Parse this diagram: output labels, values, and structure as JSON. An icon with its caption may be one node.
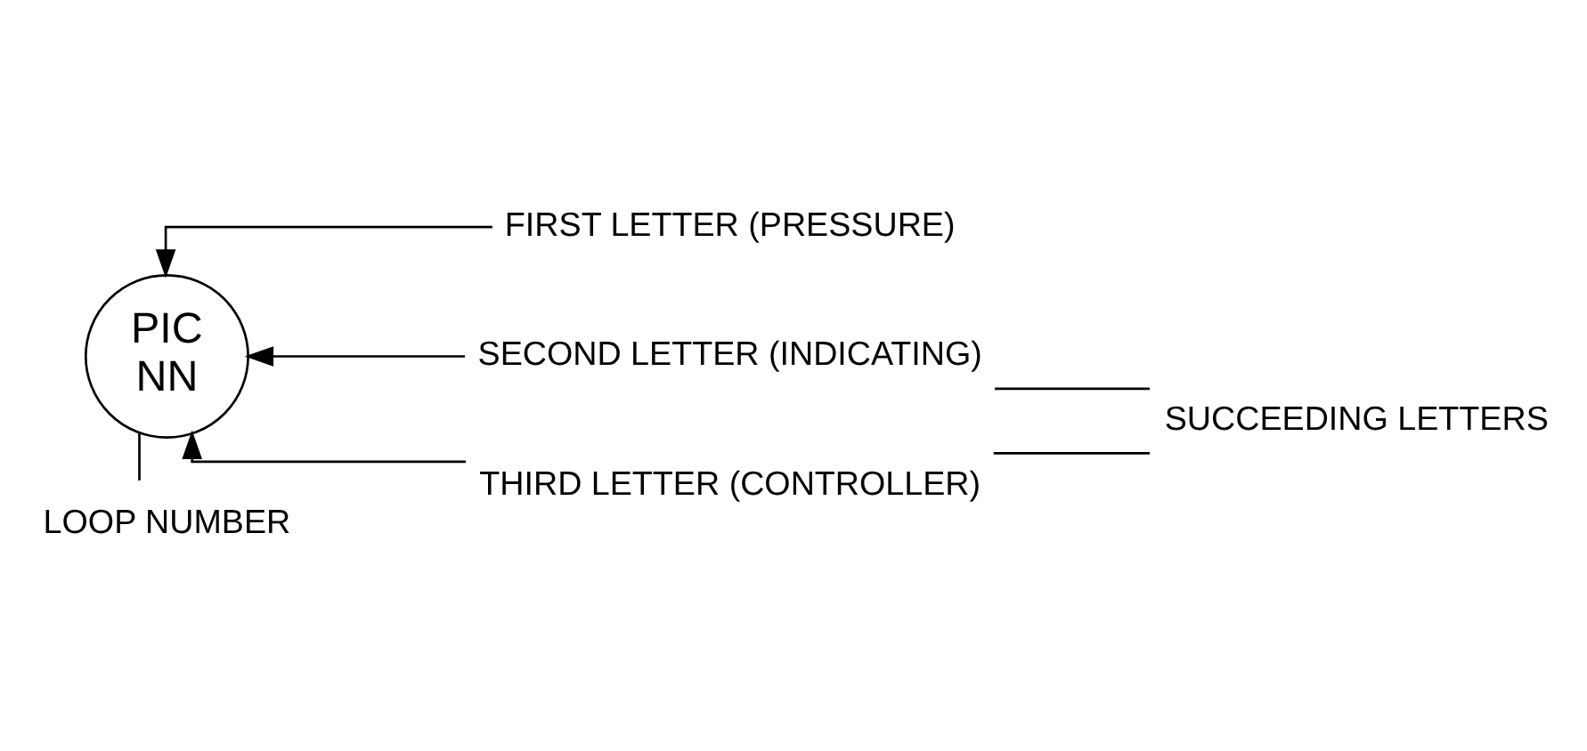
{
  "diagram": {
    "nodes": [
      {
        "text": [
          "FIRST LETTER (PRESSURE)"
        ]
      },
      {
        "text": [
          "SECOND LETTER (INDICATING)"
        ]
      },
      {
        "text": [
          "THIRD LETTER (CONTROLLER)"
        ]
      },
      {
        "text": [
          "SUCCEEDING LETTERS"
        ]
      },
      {
        "text": [
          "PIC",
          "NN"
        ]
      },
      {
        "text": [
          "LOOP NUMBER"
        ]
      }
    ],
    "edges": [
      {
        "from": 0,
        "to": 4,
        "arrow": "to"
      },
      {
        "from": 1,
        "to": 4,
        "arrow": "to"
      },
      {
        "from": 2,
        "to": 4,
        "arrow": "to"
      },
      {
        "from": 3,
        "to": 1,
        "arrow": "none"
      },
      {
        "from": 3,
        "to": 2,
        "arrow": "none"
      },
      {
        "from": 4,
        "to": 5,
        "arrow": "none"
      }
    ]
  }
}
